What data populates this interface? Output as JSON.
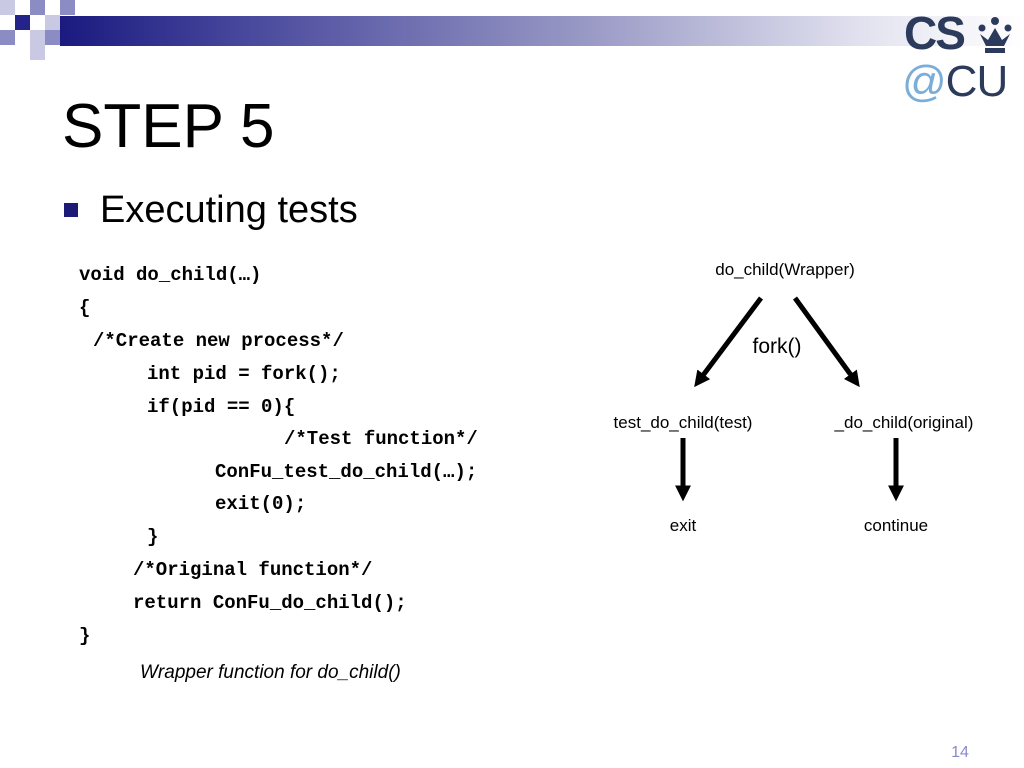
{
  "slide": {
    "title": "STEP 5",
    "bullet": "Executing tests",
    "page_number": "14"
  },
  "logo": {
    "cs": "CS",
    "at": "@",
    "cu": "CU"
  },
  "code": {
    "lines": [
      "void do_child(…)",
      "{",
      "/*Create new process*/",
      "int pid = fork();",
      "if(pid == 0){",
      "/*Test function*/",
      "ConFu_test_do_child(…);",
      "exit(0);",
      "}",
      "/*Original function*/",
      "return ConFu_do_child();",
      "}"
    ],
    "caption": "Wrapper function for do_child()"
  },
  "diagram": {
    "root": "do_child(Wrapper)",
    "edge_label": "fork()",
    "left_child": "test_do_child(test)",
    "right_child": "_do_child(original)",
    "left_leaf": "exit",
    "right_leaf": "continue"
  },
  "colors": {
    "banner_dark": "#1a1a80",
    "bullet": "#1c1c78",
    "logo_text": "#2c3a5c",
    "logo_at": "#7aaed8",
    "page_number": "#8a8ac8"
  }
}
